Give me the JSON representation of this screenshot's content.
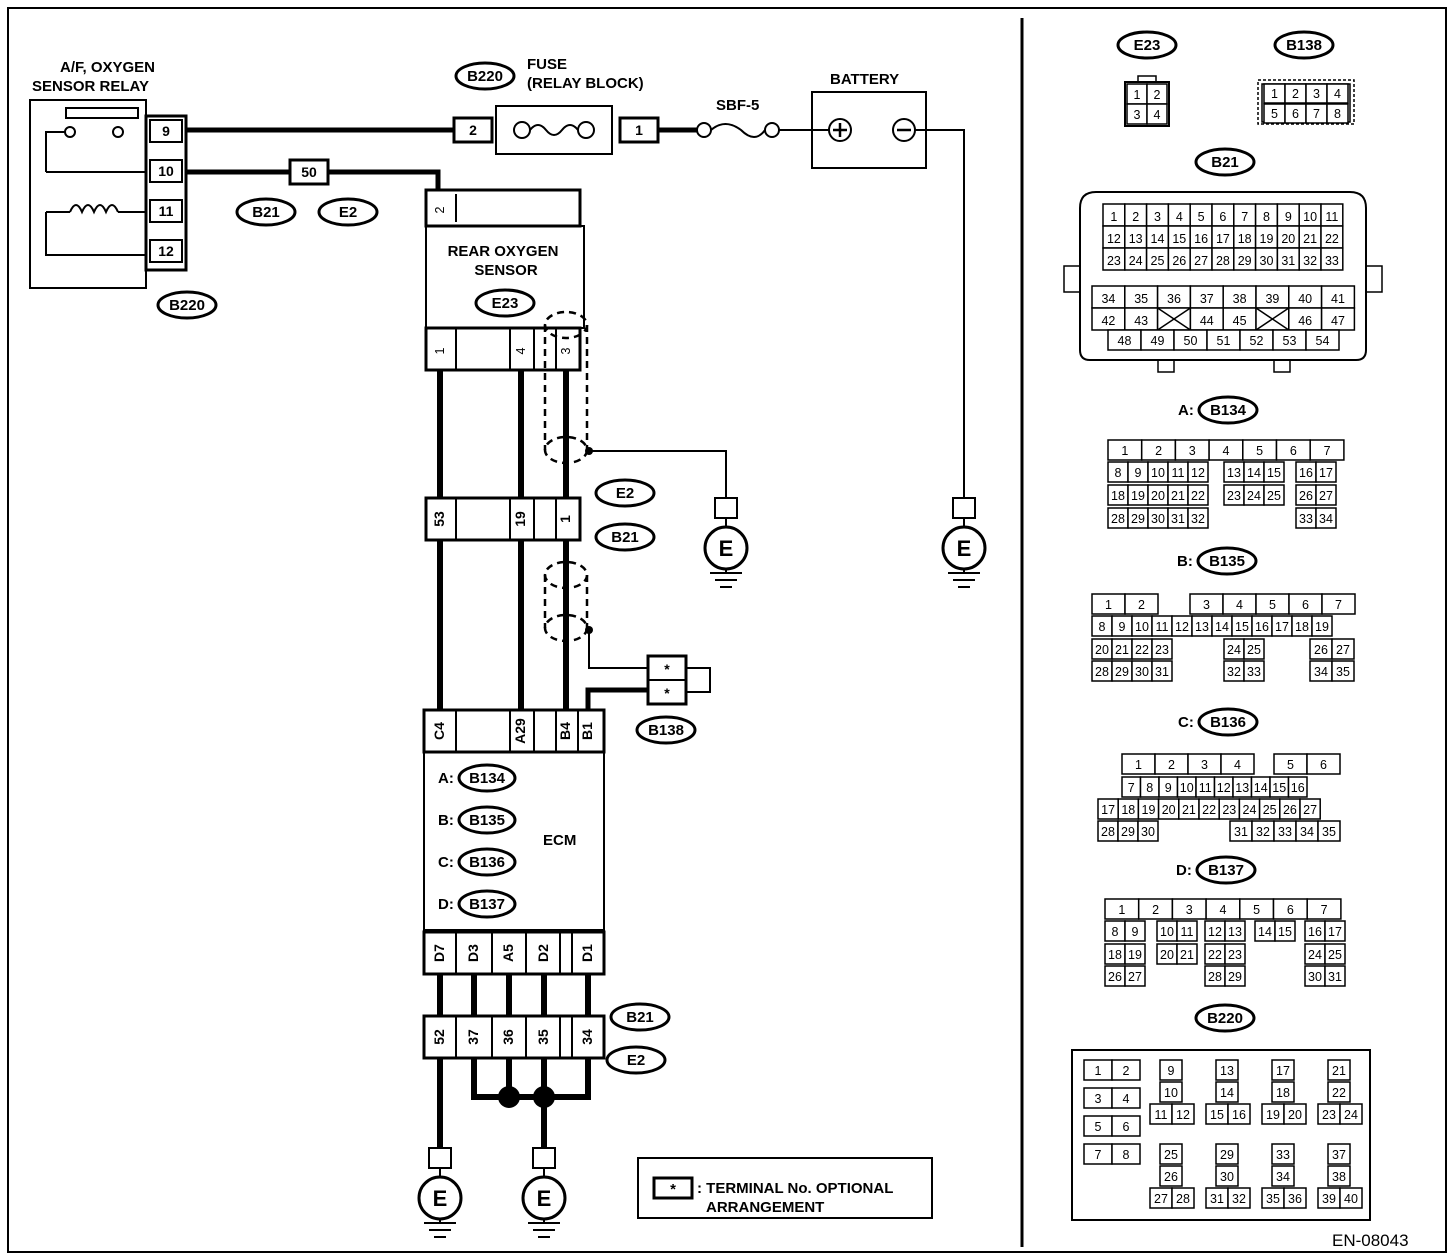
{
  "diagram_id": "EN-08043",
  "components": {
    "relay": {
      "title_line1": "A/F, OXYGEN",
      "title_line2": "SENSOR RELAY",
      "terminals": [
        "9",
        "10",
        "11",
        "12"
      ],
      "connector": "B220"
    },
    "fuse": {
      "title_line1": "FUSE",
      "title_line2": "(RELAY BLOCK)",
      "connector": "B220",
      "in_terminal": "2",
      "out_terminal": "1"
    },
    "sbf": {
      "label": "SBF-5"
    },
    "battery": {
      "label": "BATTERY",
      "pos": "+",
      "neg": "−"
    },
    "joint_top": {
      "terminal": "50",
      "connectors": [
        "B21",
        "E2"
      ]
    },
    "rear_o2": {
      "title_line1": "REAR OXYGEN",
      "title_line2": "SENSOR",
      "connector": "E23",
      "top_terminal": "2",
      "bottom_terminals": [
        "1",
        "4",
        "3"
      ]
    },
    "joint_mid": {
      "terminals": [
        "53",
        "19",
        "1"
      ],
      "connectors": [
        "E2",
        "B21"
      ]
    },
    "b138": {
      "connector": "B138",
      "terminals": [
        "*",
        "*"
      ]
    },
    "ecm": {
      "label": "ECM",
      "top_terminals": [
        "C4",
        "A29",
        "B4",
        "B1"
      ],
      "bottom_terminals": [
        "D7",
        "D3",
        "A5",
        "D2",
        "D1"
      ],
      "connectors": [
        {
          "prefix": "A:",
          "name": "B134"
        },
        {
          "prefix": "B:",
          "name": "B135"
        },
        {
          "prefix": "C:",
          "name": "B136"
        },
        {
          "prefix": "D:",
          "name": "B137"
        }
      ]
    },
    "joint_bottom": {
      "terminals": [
        "52",
        "37",
        "36",
        "35",
        "34"
      ],
      "connectors": [
        "B21",
        "E2"
      ]
    },
    "ground": "E"
  },
  "legend": {
    "star": "*",
    "line1": ": TERMINAL No. OPTIONAL",
    "line2": "ARRANGEMENT"
  },
  "connector_views": {
    "e23": {
      "name": "E23"
    },
    "b138": {
      "name": "B138"
    },
    "b21": {
      "name": "B21"
    },
    "b134": {
      "prefix": "A:",
      "name": "B134"
    },
    "b135": {
      "prefix": "B:",
      "name": "B135"
    },
    "b136": {
      "prefix": "C:",
      "name": "B136"
    },
    "b137": {
      "prefix": "D:",
      "name": "B137"
    },
    "b220": {
      "name": "B220"
    }
  },
  "colors": {
    "line": "#000000",
    "background": "#ffffff"
  }
}
